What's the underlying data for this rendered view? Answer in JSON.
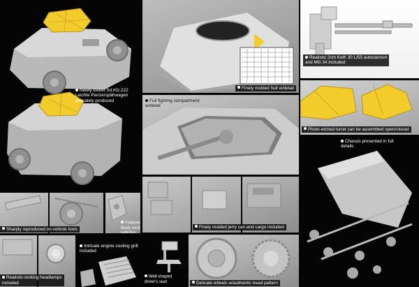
{
  "colors": {
    "background": "#050505",
    "model_grey": "#c8c8c8",
    "photo_etch_yellow": "#f2cc2a",
    "caption_text": "#ffffff"
  },
  "captions": {
    "main_vehicle": "Newly tooled Sd.Kfz.222\nLeichte Panzerspähwagen\ndelicately produced",
    "hull": "Finely molded hull w/detail",
    "autocannon": "Realistic 2cm KwK 30 L/55 autocannon\nand MG 34 included",
    "fighting_compartment": "Full fighting compartment\nw/detail",
    "turret": "Photo-etched turret can be assembled open/closed",
    "chassis": "Chassis presented in full\ndetails",
    "tools": "Sharply reproduced on-vehicle tools",
    "taillights": "Features\nfinely rendered\ntaillights",
    "jerry_can": "Finely molded jerry can and cargo included",
    "headlamps": "Realistic-looking headlamps\nincluded",
    "engine_grill": "Intricate engine cooling grill\nincluded",
    "drivers_seat": "Well-shaped\ndriver's seat",
    "wheels": "Delicate wheels w/authentic tread pattern"
  }
}
